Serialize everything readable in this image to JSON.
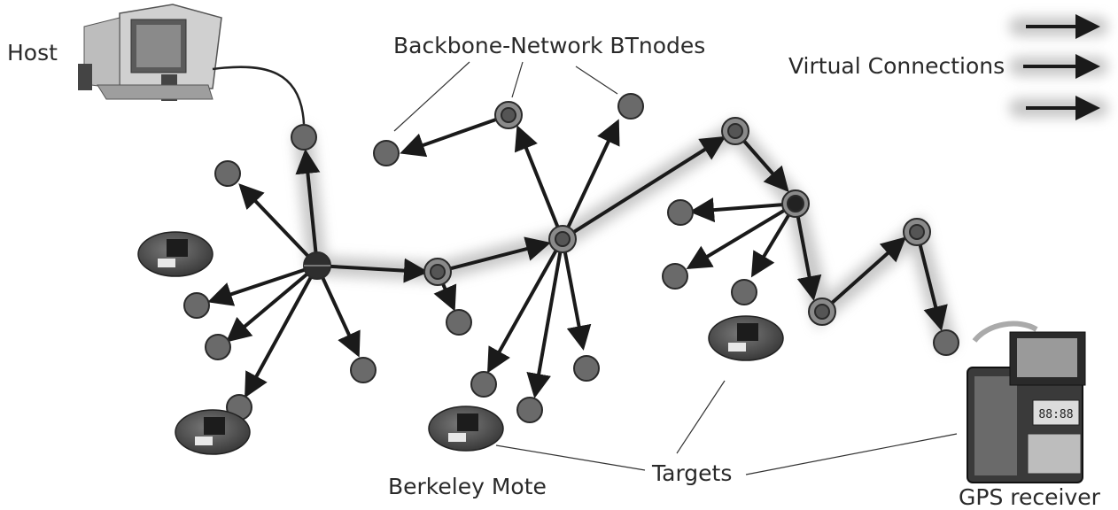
{
  "labels": {
    "host": "Host",
    "backbone": "Backbone-Network BTnodes",
    "virtual_connections": "Virtual Connections",
    "targets": "Targets",
    "berkeley_mote": "Berkeley Mote",
    "gps_receiver": "GPS receiver"
  },
  "gps_display": "88:88",
  "colors": {
    "node_fill": "#6a6a6a",
    "arrow": "#1a1a1a",
    "glow": "#9a9a9a"
  }
}
